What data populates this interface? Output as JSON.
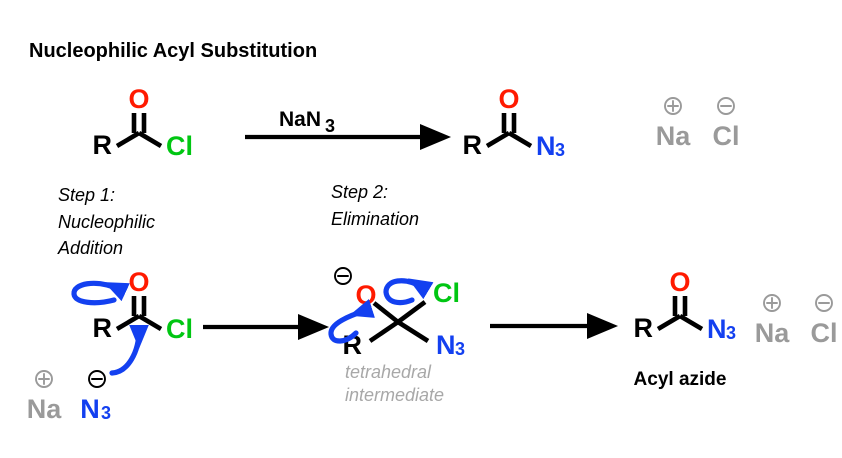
{
  "title": "Nucleophilic Acyl Substitution",
  "colors": {
    "oxygen": "#ff1a00",
    "chlorine": "#00c612",
    "nitrogen": "#1340f0",
    "carbon": "#000000",
    "spectator": "#9a9a9a",
    "arrow": "#1340f0",
    "background": "#ffffff"
  },
  "overall_reaction": {
    "reactant": {
      "name": "acyl-chloride",
      "atoms": {
        "oxygen": "O",
        "r_group": "R",
        "chlorine": "Cl"
      }
    },
    "reagent": {
      "formula": "NaN",
      "subscript": "3"
    },
    "product": {
      "name": "acyl-azide",
      "atoms": {
        "oxygen": "O",
        "r_group": "R",
        "azide": "N",
        "azide_subscript": "3"
      }
    },
    "byproducts": [
      {
        "label": "Na",
        "charge": "+"
      },
      {
        "label": "Cl",
        "charge": "−"
      }
    ]
  },
  "steps": [
    {
      "id": "step-1",
      "lines": [
        "Step 1:",
        "Nucleophilic",
        "Addition"
      ]
    },
    {
      "id": "step-2",
      "lines": [
        "Step 2:",
        "Elimination"
      ]
    }
  ],
  "mechanism": {
    "start_structure": {
      "name": "acyl-chloride",
      "atoms": {
        "oxygen": "O",
        "r_group": "R",
        "chlorine": "Cl"
      }
    },
    "nucleophile": {
      "counterion": {
        "label": "Na",
        "charge": "+"
      },
      "anion": {
        "label": "N",
        "subscript": "3",
        "charge": "−"
      }
    },
    "intermediate": {
      "name": "tetrahedral-intermediate",
      "caption_lines": [
        "tetrahedral",
        "intermediate"
      ],
      "atoms": {
        "oxygen": "O",
        "oxygen_charge": "−",
        "chlorine": "Cl",
        "r_group": "R",
        "azide": "N",
        "azide_subscript": "3"
      }
    },
    "final_product": {
      "name": "acyl-azide",
      "label": "Acyl azide",
      "atoms": {
        "oxygen": "O",
        "r_group": "R",
        "azide": "N",
        "azide_subscript": "3"
      },
      "byproducts": [
        {
          "label": "Na",
          "charge": "+"
        },
        {
          "label": "Cl",
          "charge": "−"
        }
      ]
    }
  }
}
